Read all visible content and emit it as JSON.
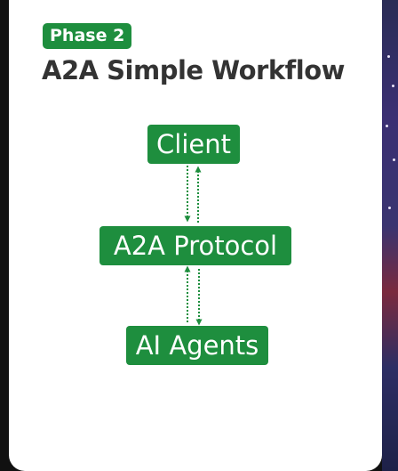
{
  "phase_badge": "Phase 2",
  "title": "A2A Simple Workflow",
  "nodes": {
    "client": "Client",
    "protocol": "A2A Protocol",
    "agents": "AI Agents"
  },
  "colors": {
    "accent": "#1e8e3e",
    "title_text": "#333333",
    "card_bg": "#ffffff",
    "page_bg": "#111111"
  }
}
